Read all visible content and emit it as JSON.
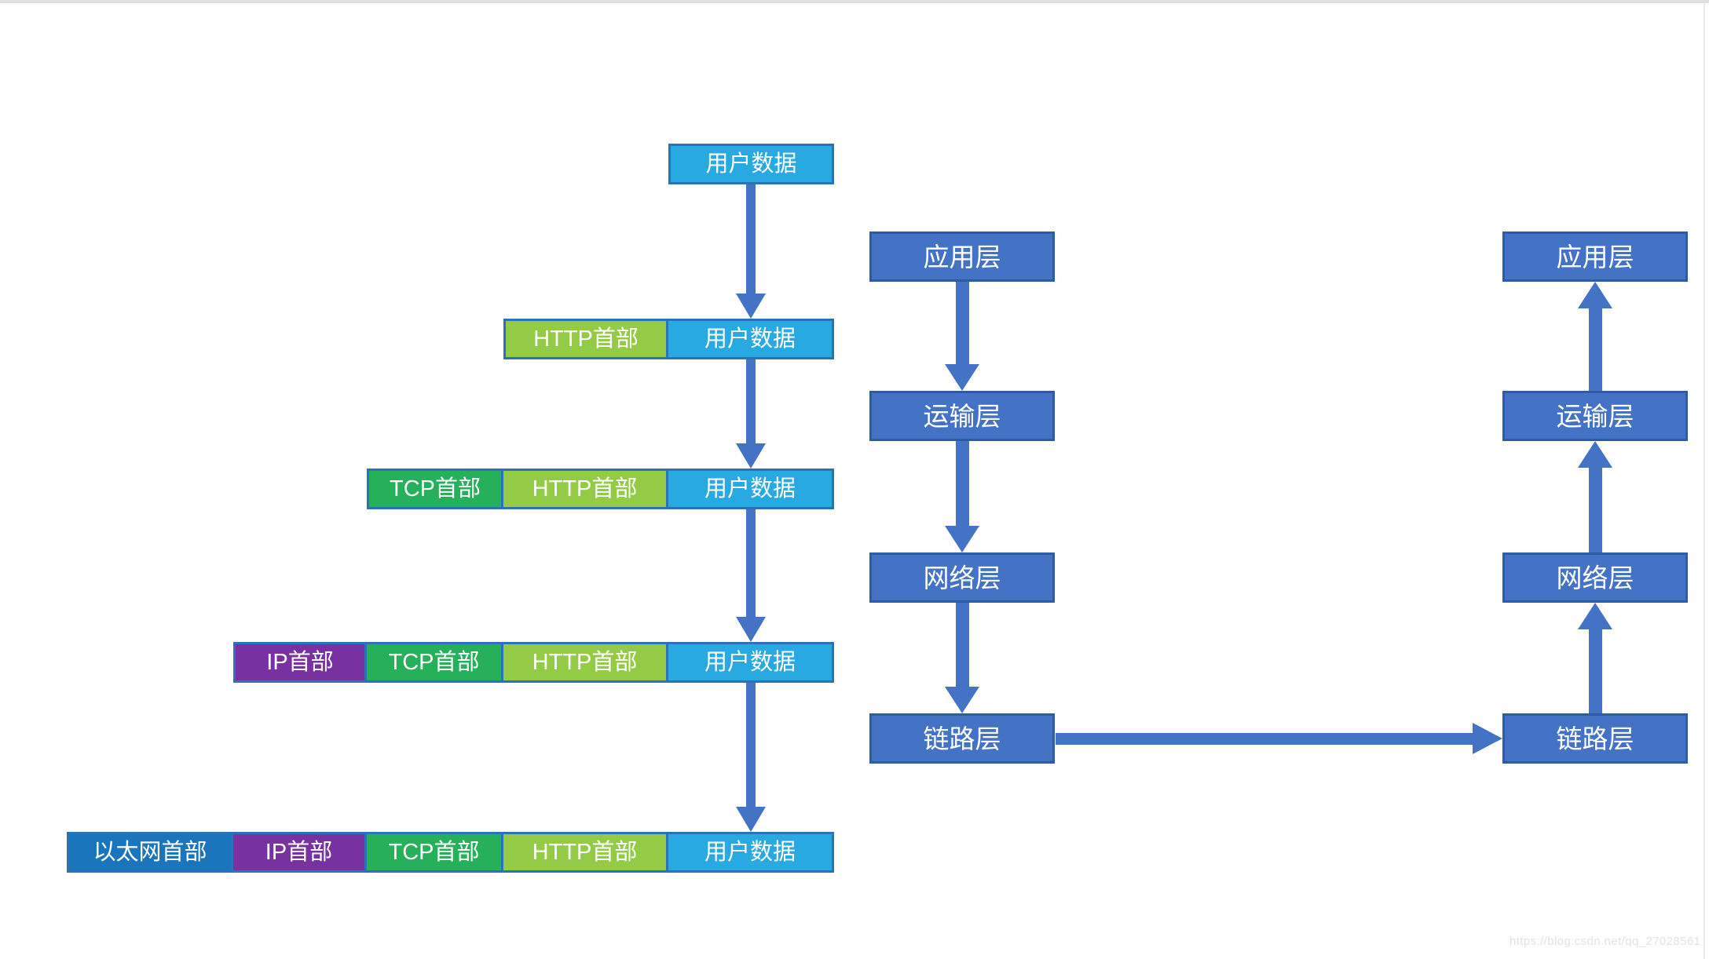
{
  "title": "TCP/IP protocol data encapsulation diagram",
  "watermark": {
    "text": "https://blog.csdn.net/qq_27028561"
  },
  "colors": {
    "cascade_border": "#2b72b8",
    "segment_fills": {
      "user": "#29a9e1",
      "http": "#93cb47",
      "tcp": "#26b05a",
      "ip": "#7731a0",
      "eth": "#1b75bc"
    },
    "layer_box_fill": "#4473c5",
    "layer_box_border": "#2e5ba4",
    "arrow": "#4472c4",
    "top_bar": "#e0e0e0",
    "watermark_text": "#e2e2e2"
  },
  "cascade": {
    "rows": [
      {
        "segments": [
          {
            "type": "user",
            "label": "用户数据"
          }
        ]
      },
      {
        "segments": [
          {
            "type": "http",
            "label": "HTTP首部"
          },
          {
            "type": "user",
            "label": "用户数据"
          }
        ]
      },
      {
        "segments": [
          {
            "type": "tcp",
            "label": "TCP首部"
          },
          {
            "type": "http",
            "label": "HTTP首部"
          },
          {
            "type": "user",
            "label": "用户数据"
          }
        ]
      },
      {
        "segments": [
          {
            "type": "ip",
            "label": "IP首部"
          },
          {
            "type": "tcp",
            "label": "TCP首部"
          },
          {
            "type": "http",
            "label": "HTTP首部"
          },
          {
            "type": "user",
            "label": "用户数据"
          }
        ]
      },
      {
        "segments": [
          {
            "type": "eth",
            "label": "以太网首部"
          },
          {
            "type": "ip",
            "label": "IP首部"
          },
          {
            "type": "tcp",
            "label": "TCP首部"
          },
          {
            "type": "http",
            "label": "HTTP首部"
          },
          {
            "type": "user",
            "label": "用户数据"
          }
        ]
      }
    ]
  },
  "sender_stack": {
    "arrow_direction": "down",
    "layers": [
      {
        "label": "应用层"
      },
      {
        "label": "运输层"
      },
      {
        "label": "网络层"
      },
      {
        "label": "链路层"
      }
    ]
  },
  "receiver_stack": {
    "arrow_direction": "up",
    "layers": [
      {
        "label": "应用层"
      },
      {
        "label": "运输层"
      },
      {
        "label": "网络层"
      },
      {
        "label": "链路层"
      }
    ]
  }
}
